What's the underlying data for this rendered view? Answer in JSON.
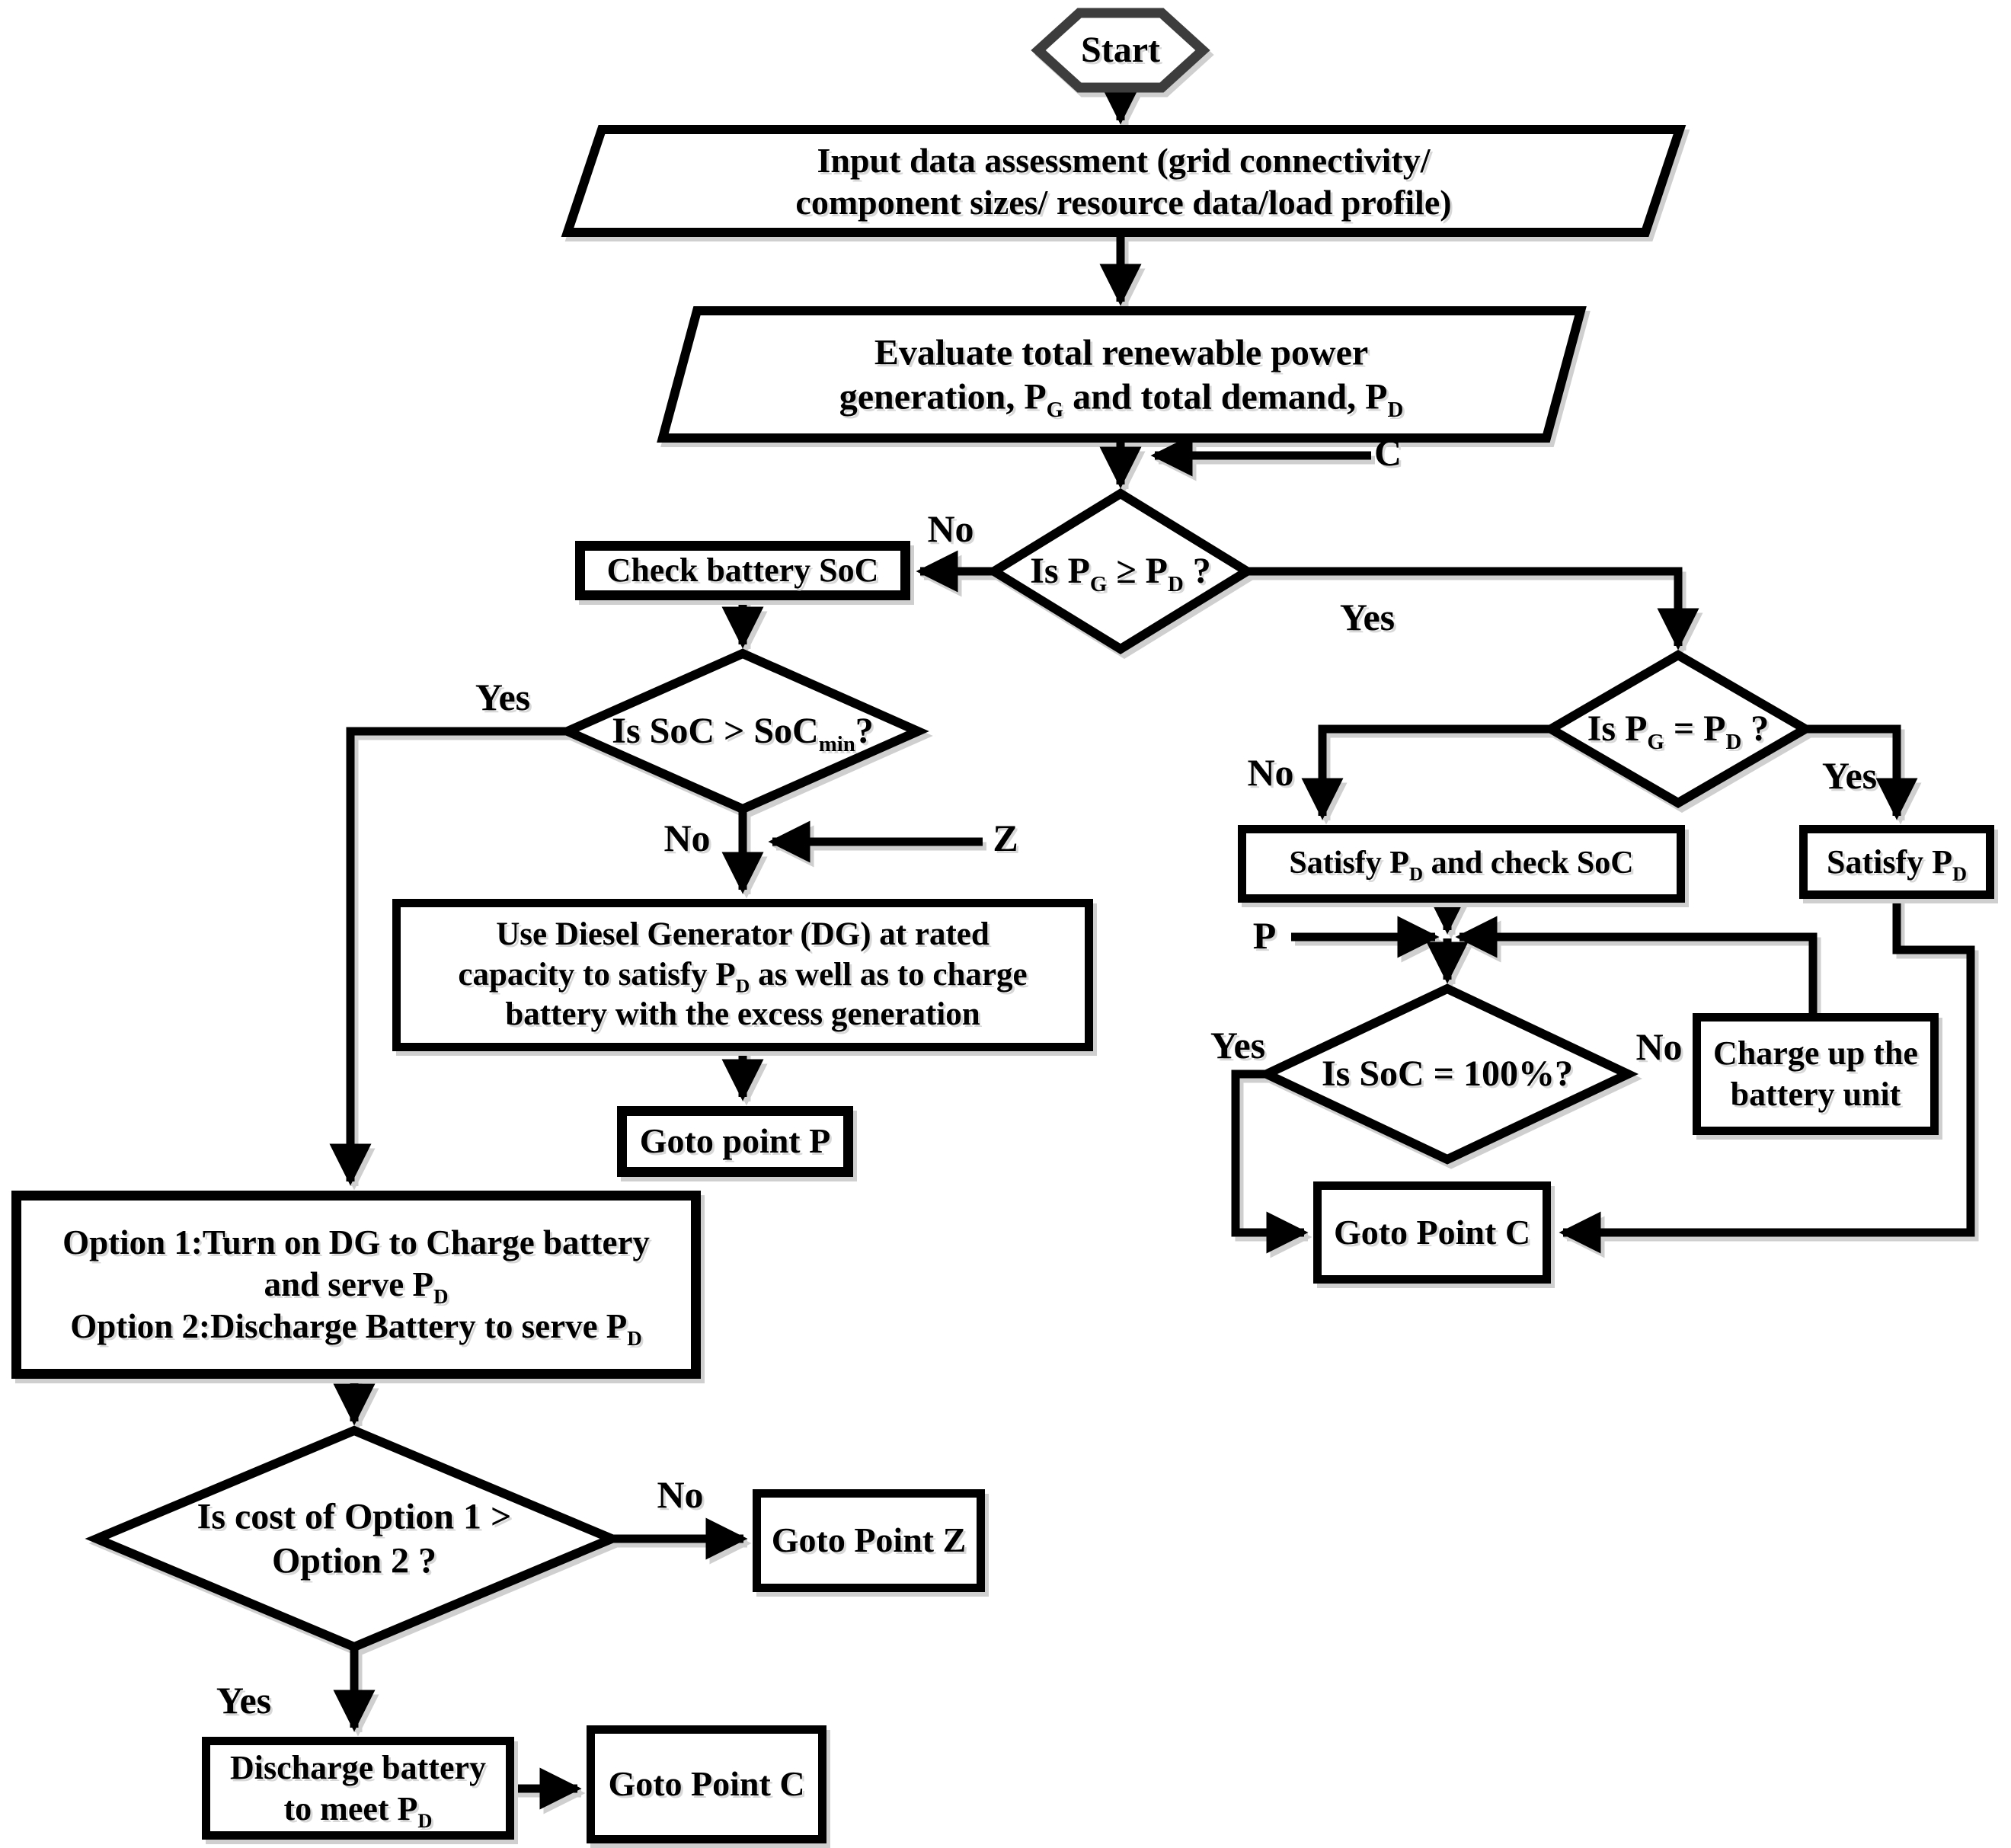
{
  "title": "Power management strategy flowchart",
  "colors": {
    "line": "#000000",
    "start_border": "#3d3d3d",
    "shadow": "#cfcfcf",
    "background": "#ffffff"
  },
  "nodes": {
    "start": {
      "label": "Start"
    },
    "input": {
      "line1": "Input data assessment (grid connectivity/",
      "line2": "component sizes/ resource data/load profile)"
    },
    "evaluate": {
      "line1": "Evaluate total renewable power",
      "line2": "generation, P~G~ and total demand, P~D~"
    },
    "decision_pg_ge_pd": {
      "label": "Is P~G~ ≥ P~D~ ?"
    },
    "check_soc": {
      "label": "Check battery SoC"
    },
    "decision_soc_min": {
      "label": "Is SoC > SoC~min~?"
    },
    "dg": {
      "line1": "Use Diesel Generator (DG) at rated",
      "line2": "capacity to satisfy P~D~ as well as to charge",
      "line3": "battery with the excess generation"
    },
    "goto_p": {
      "label": "Goto point P"
    },
    "options": {
      "line1": "Option 1:Turn on DG to Charge battery",
      "line2": "and serve P~D~",
      "line3": "Option 2:Discharge Battery to serve P~D~"
    },
    "decision_cost": {
      "line1": "Is cost of Option 1 >",
      "line2": "Option 2 ?"
    },
    "goto_z": {
      "label": "Goto Point Z"
    },
    "discharge": {
      "line1": "Discharge battery",
      "line2": "to meet P~D~"
    },
    "goto_c_left": {
      "label": "Goto Point C"
    },
    "decision_pg_eq_pd": {
      "label": "Is P~G~ = P~D~ ?"
    },
    "satisfy_check": {
      "label": "Satisfy P~D~ and check SoC"
    },
    "satisfy_pd": {
      "label": "Satisfy P~D~"
    },
    "decision_soc_100": {
      "label": "Is SoC = 100%?"
    },
    "charge": {
      "line1": "Charge up the",
      "line2": "battery unit"
    },
    "goto_c_right": {
      "label": "Goto Point C"
    }
  },
  "edge_labels": {
    "c": "C",
    "z": "Z",
    "p": "P",
    "d1_no": "No",
    "d1_yes": "Yes",
    "d2_yes": "Yes",
    "d2_no": "No",
    "d3_no": "No",
    "d3_yes": "Yes",
    "d4_yes": "Yes",
    "d4_no": "No",
    "d5_no": "No",
    "d5_yes": "Yes"
  }
}
